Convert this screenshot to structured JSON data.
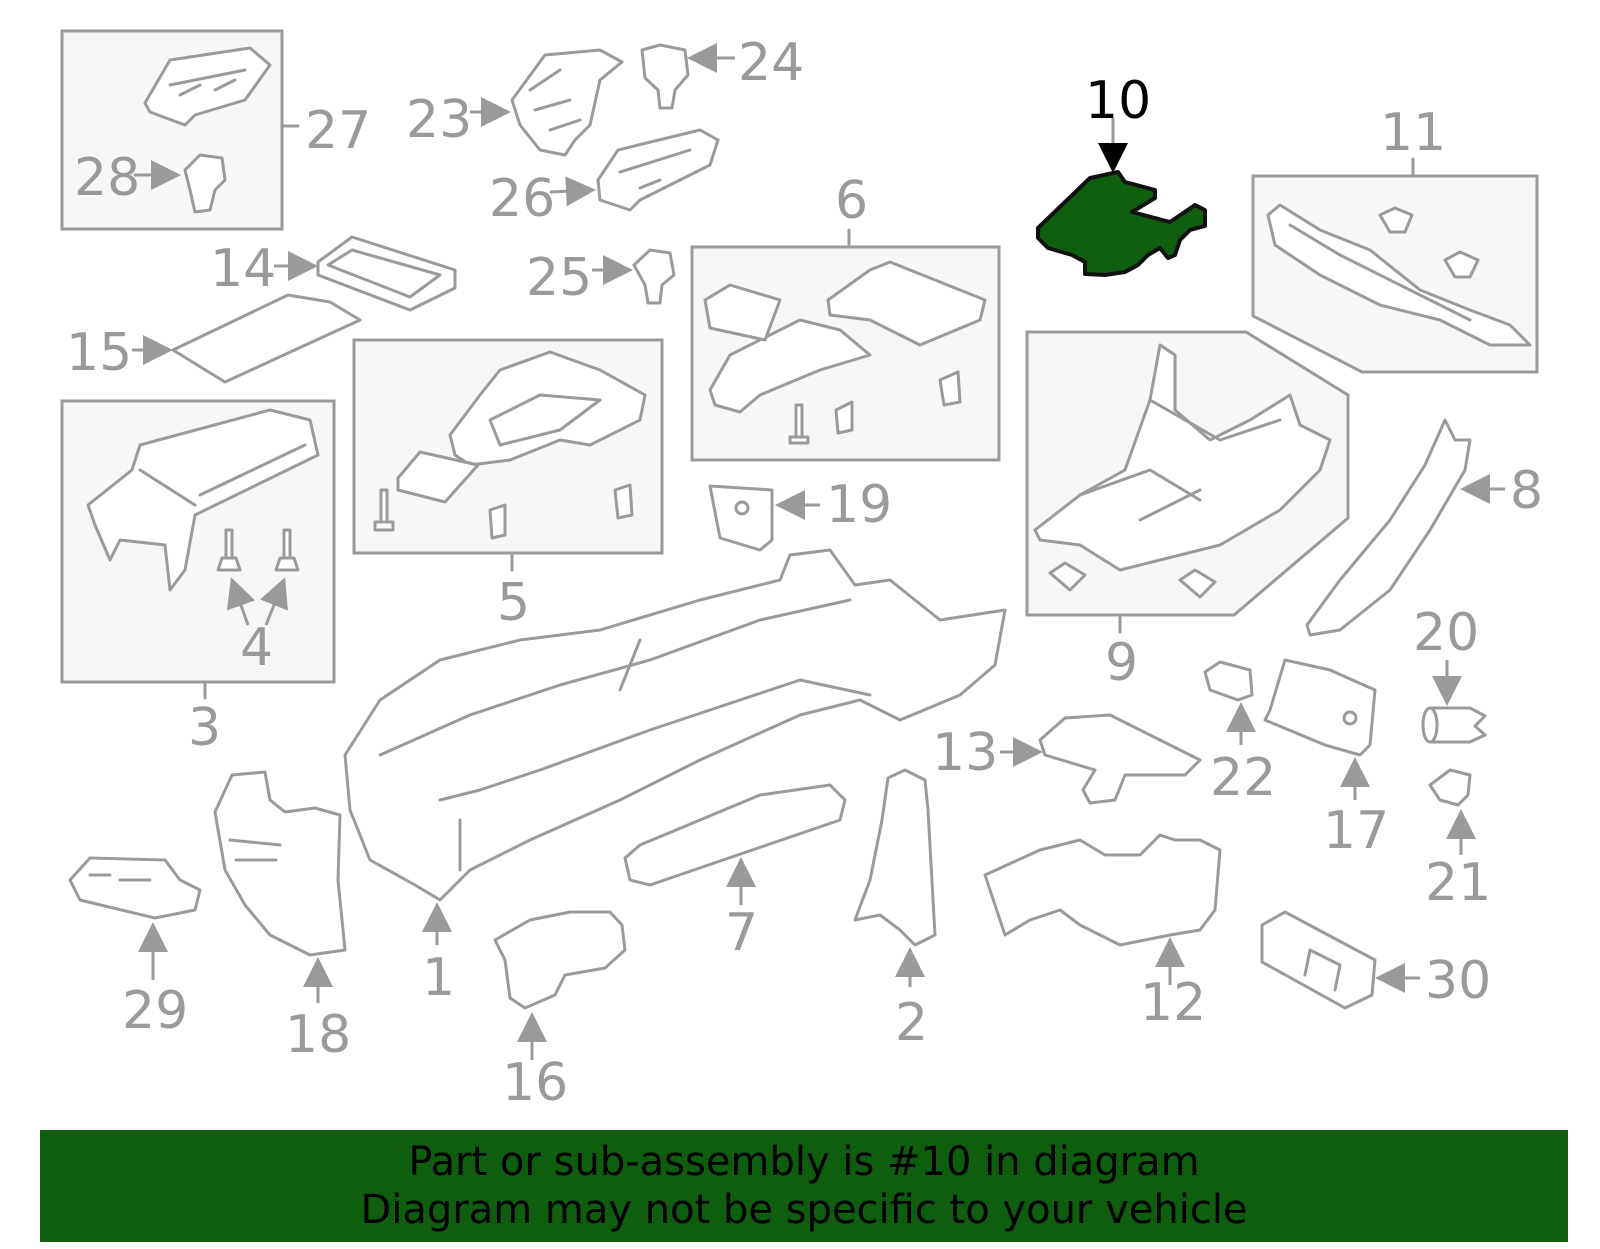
{
  "highlight_color": "#0f5e0f",
  "line_color": "#9a9a9a",
  "callouts": {
    "p1": "1",
    "p2": "2",
    "p3": "3",
    "p4": "4",
    "p5": "5",
    "p6": "6",
    "p7": "7",
    "p8": "8",
    "p9": "9",
    "p10": "10",
    "p11": "11",
    "p12": "12",
    "p13": "13",
    "p14": "14",
    "p15": "15",
    "p16": "16",
    "p17": "17",
    "p18": "18",
    "p19": "19",
    "p20": "20",
    "p21": "21",
    "p22": "22",
    "p23": "23",
    "p24": "24",
    "p25": "25",
    "p26": "26",
    "p27": "27",
    "p28": "28",
    "p29": "29",
    "p30": "30"
  },
  "banner": {
    "line1": "Part or sub-assembly is #10 in diagram",
    "line2": "Diagram may not be specific to your vehicle"
  }
}
